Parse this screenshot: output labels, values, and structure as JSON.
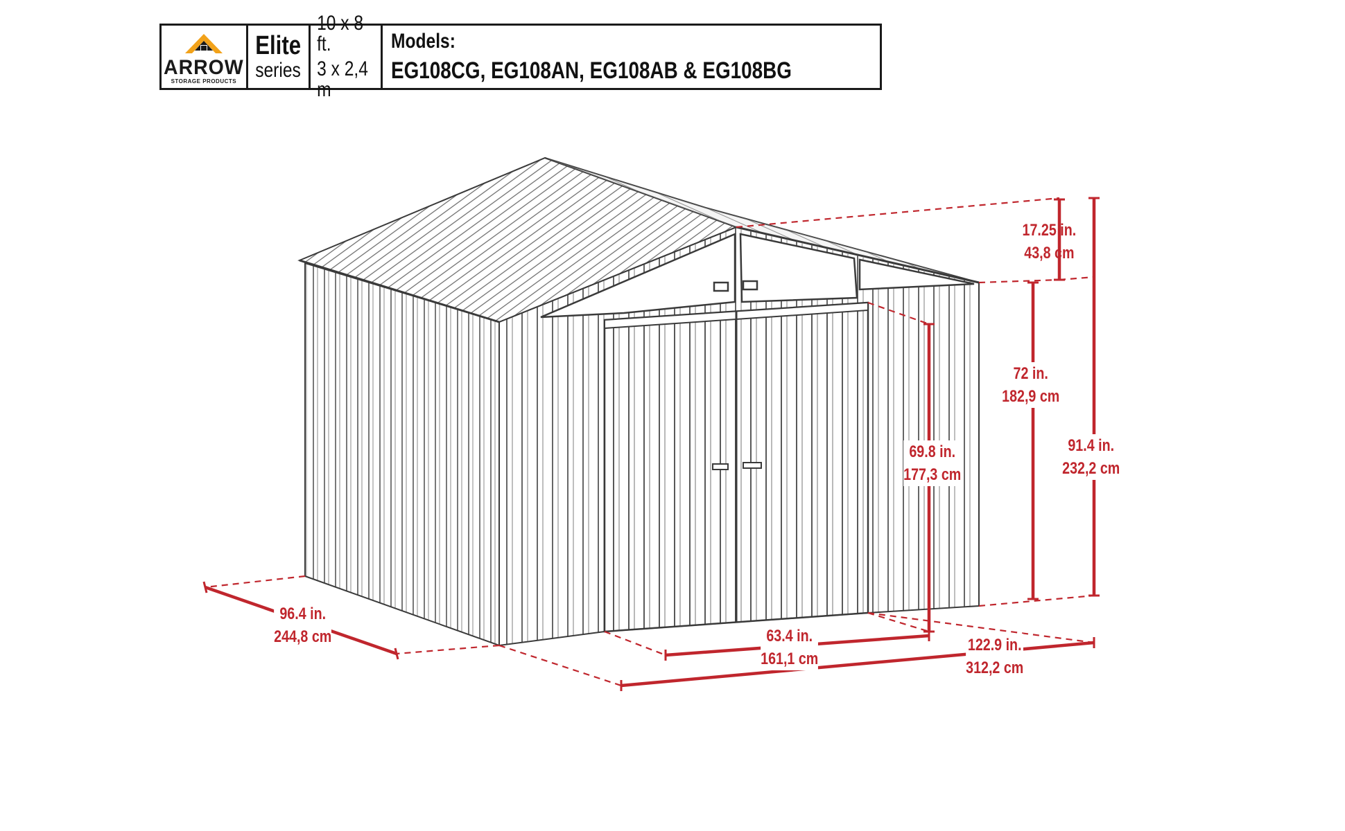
{
  "header": {
    "brand": "ARROW",
    "brand_sub": "STORAGE PRODUCTS",
    "series_name": "Elite",
    "series_word": "series",
    "size_imperial": "10 x 8 ft.",
    "size_metric": "3 x 2,4 m",
    "models_label": "Models:",
    "models_list": "EG108CG, EG108AN, EG108AB & EG108BG"
  },
  "colors": {
    "dimension_red": "#c0262d",
    "outline": "#3a3a3a",
    "logo_orange": "#f2a21a"
  },
  "dimensions": {
    "roof_peak": {
      "imperial": "17.25 in.",
      "metric": "43,8 cm"
    },
    "wall_height": {
      "imperial": "72 in.",
      "metric": "182,9 cm"
    },
    "total_height": {
      "imperial": "91.4 in.",
      "metric": "232,2 cm"
    },
    "door_height": {
      "imperial": "69.8 in.",
      "metric": "177,3 cm"
    },
    "door_width": {
      "imperial": "63.4 in.",
      "metric": "161,1 cm"
    },
    "depth": {
      "imperial": "96.4 in.",
      "metric": "244,8 cm"
    },
    "width": {
      "imperial": "122.9 in.",
      "metric": "312,2 cm"
    }
  }
}
